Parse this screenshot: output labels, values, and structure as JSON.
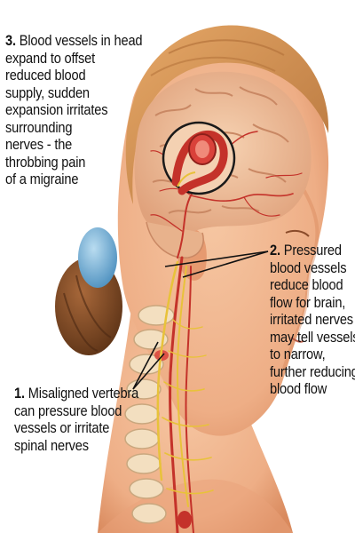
{
  "captions": {
    "three": {
      "number": "3.",
      "lines": [
        "Blood vessels in head",
        "expand to offset",
        "reduced blood",
        "supply, sudden",
        "expansion irritates",
        "surrounding",
        "nerves - the",
        "throbbing pain",
        "of a migraine"
      ]
    },
    "two": {
      "number": "2.",
      "lines": [
        "Pressured",
        "blood vessels",
        "reduce blood",
        "flow for brain,",
        "irritated nerves",
        "may tell vessels",
        "to narrow,",
        "further reducing",
        "blood flow"
      ]
    },
    "one": {
      "number": "1.",
      "lines": [
        "Misaligned vertebra",
        "can pressure blood",
        "vessels or irritate",
        "spinal nerves"
      ]
    }
  },
  "colors": {
    "skin": "#f0b48c",
    "skin_shadow": "#d98a5e",
    "hair": "#c9894f",
    "hair_dark": "#8a5228",
    "hair_band": "#7fb4d8",
    "brain": "#f0c09a",
    "brain_fold": "#c98864",
    "vessel_red": "#c4322a",
    "nerve_yellow": "#e8c23a",
    "vertebra": "#f3dfc0",
    "leader_line": "#111111"
  },
  "icons": {
    "head": "head-illustration",
    "brain": "brain-icon",
    "magnifier": "vessel-magnifier-icon",
    "spine": "spine-icon",
    "vertebra": "vertebra-icon"
  }
}
